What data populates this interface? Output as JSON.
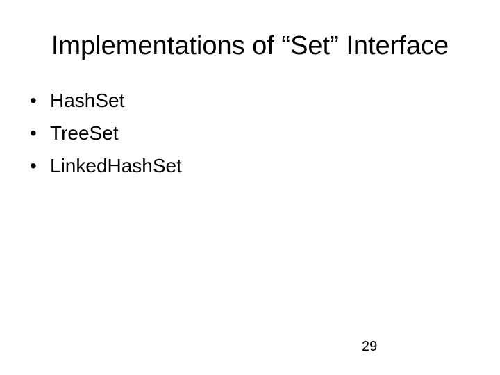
{
  "slide": {
    "title": "Implementations of “Set” Interface",
    "bullet_glyph": "•",
    "bullets": [
      {
        "label": "HashSet"
      },
      {
        "label": "TreeSet"
      },
      {
        "label": "LinkedHashSet"
      }
    ],
    "page_number": "29",
    "colors": {
      "background": "#ffffff",
      "text": "#000000"
    }
  }
}
